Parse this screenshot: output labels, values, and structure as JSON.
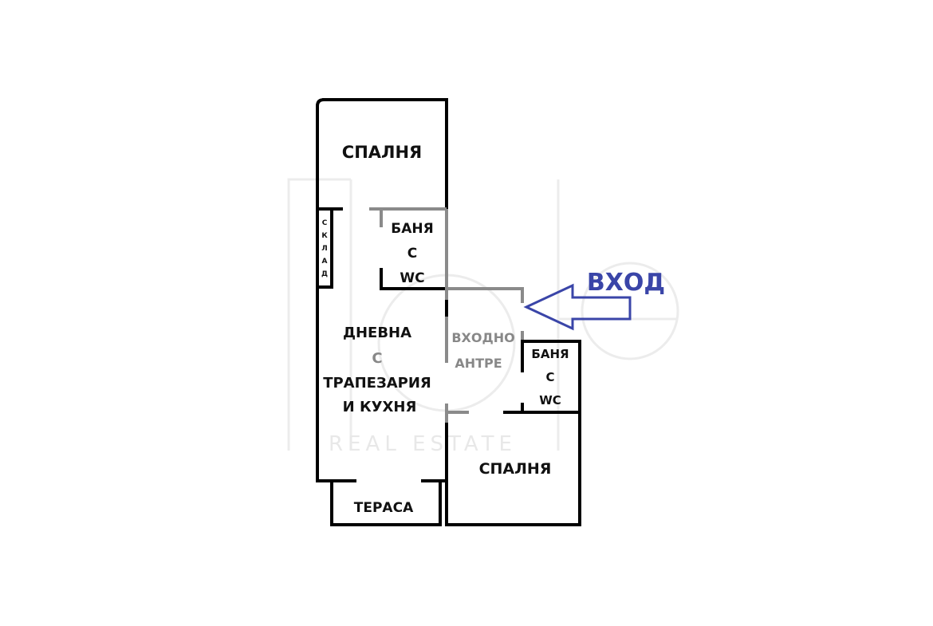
{
  "plan": {
    "rooms": {
      "bedroom_top": "СПАЛНЯ",
      "storage": [
        "С",
        "К",
        "Л",
        "А",
        "Д"
      ],
      "bath_top": [
        "БАНЯ",
        "С",
        "WC"
      ],
      "living": [
        "ДНЕВНА",
        "С",
        "ТРАПЕЗАРИЯ",
        "И КУХНЯ"
      ],
      "hall": [
        "ВХОДНО",
        "АНТРЕ"
      ],
      "bath_right": [
        "БАНЯ",
        "С",
        "WC"
      ],
      "bedroom_bottom": "СПАЛНЯ",
      "terrace": "ТЕРАСА"
    },
    "entrance_label": "ВХОД",
    "watermark": "REAL ESTATE",
    "colors": {
      "walls": "#000000",
      "entrance": "#3a45a8",
      "watermark": "#e6e6e6"
    }
  }
}
